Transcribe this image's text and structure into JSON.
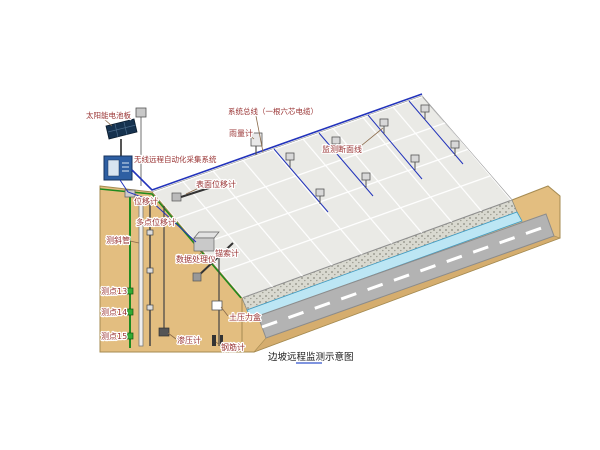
{
  "diagram": {
    "caption": "边坡远程监测示意图",
    "labels": {
      "solar_panel": "太阳能电池板",
      "system_bus": "系统总线（一根六芯电缆）",
      "rain_gauge": "雨量计",
      "monitoring_section_line": "监测断面线",
      "wireless_acquisition_system": "无线远程自动化采集系统",
      "surface_displacement_gauge": "表面位移计",
      "displacement_gauge": "位移计",
      "multipoint_displacement_gauge": "多点位移计",
      "inclinometer_tube": "测斜管",
      "data_processor": "数据处理仪",
      "anchor_cable_gauge": "锚索计",
      "measuring_point_13": "测点13",
      "measuring_point_14": "测点14",
      "measuring_point_15": "测点15",
      "earth_pressure_cell": "土压力盒",
      "piezometer": "渗压计",
      "rebar_gauge": "钢筋计"
    },
    "colors": {
      "label_text": "#993333",
      "soil": "#E3BE80",
      "slope_surface": "#EAEAE6",
      "road": "#B3B3B3",
      "drainage_channel": "#BCE6F4",
      "cable_blue": "#2233BB",
      "borehole_green": "#1E8A1E",
      "solar_panel": "#16324F",
      "acquisition_unit": "#2E5FA3"
    }
  }
}
